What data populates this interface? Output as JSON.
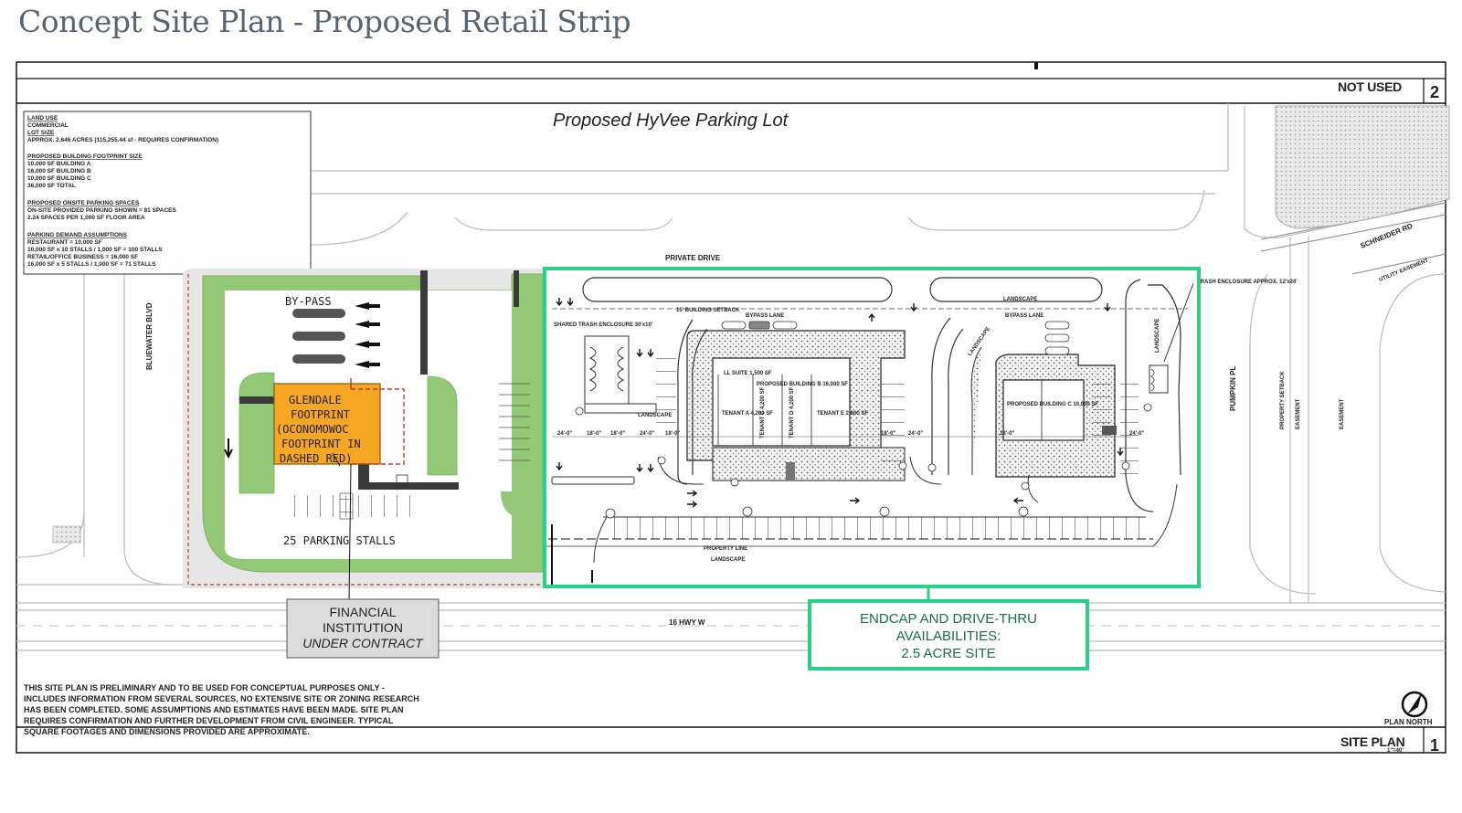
{
  "page": {
    "title": "Concept Site Plan - Proposed Retail Strip"
  },
  "plan": {
    "lot_label": "Proposed HyVee Parking Lot",
    "title_block": {
      "not_used_label": "NOT USED",
      "not_used_number": "2",
      "site_plan_label": "SITE PLAN",
      "site_plan_number": "1",
      "north_label": "PLAN NORTH",
      "scale": "1\"=40'"
    },
    "roads": {
      "bluewater": "BLUEWATER BLVD",
      "hwy": "16 HWY W",
      "private_drive": "PRIVATE DRIVE",
      "schneider": "SCHNEIDER RD",
      "easement_util": "UTILITY EASEMENT",
      "pumpkin": "PUMPKIN PL",
      "setback": "PROPERTY SETBACK",
      "easement_1": "EASEMENT",
      "easement_2": "EASEMENT"
    },
    "bank": {
      "bypass": "BY-PASS",
      "footprint": [
        "GLENDALE",
        "FOOTPRINT",
        "(OCONOMOWOC",
        "FOOTPRINT IN",
        "DASHED RED)"
      ],
      "stalls": "25 PARKING STALLS"
    },
    "retail": {
      "landscape_top": "LANDSCAPE",
      "landscape_bottom": "LANDSCAPE",
      "landscape_left": "LANDSCAPE",
      "landscape_mid": "LANDSCAPE",
      "landscape_right": "LANDSCAPE",
      "bypass_lane_1": "BYPASS LANE",
      "bypass_lane_2": "BYPASS LANE",
      "building_setback": "15' BUILDING SETBACK",
      "trash_left": "SHARED TRASH ENCLOSURE 30'x10'",
      "trash_right": "TRASH ENCLOSURE APPROX. 12'x24'",
      "property_line": "PROPERTY LINE",
      "building_b": "PROPOSED BUILDING B 16,000 SF",
      "building_c": "PROPOSED BUILDING C 10,000 SF",
      "tenant_1": "LL SUITE 1,500 SF",
      "tenants": [
        "TENANT A 4,200 SF",
        "TENANT C 4,200 SF",
        "TENANT D 4,200 SF",
        "TENANT E 2,800 SF"
      ],
      "dims": [
        "24'-0\"",
        "18'-0\"",
        "18'-0\"",
        "24'-0\"",
        "18'-0\"",
        "18'-0\"",
        "24'-0\"",
        "18'-0\"",
        "24'-0\""
      ]
    },
    "legend": {
      "land_use_h": "LAND USE",
      "land_use": "COMMERCIAL",
      "lot_size_h": "LOT SIZE",
      "lot_size": "APPROX. 2.646 ACRES (115,255.44 sf - REQUIRES CONFIRMATION)",
      "footprint_h": "PROPOSED BUILDING FOOTPRINT SIZE",
      "footprint": [
        "10,000 SF BUILDING A",
        "16,000 SF BUILDING B",
        "10,000 SF BUILDING C",
        "36,000 SF TOTAL"
      ],
      "parking_h": "PROPOSED ONSITE PARKING SPACES",
      "parking": [
        "ON-SITE PROVIDED PARKING SHOWN = 81 SPACES",
        "2.24 SPACES PER 1,000 SF FLOOR AREA"
      ],
      "demand_h": "PARKING DEMAND ASSUMPTIONS",
      "demand": [
        "RESTAURANT = 10,000 SF",
        "10,000 SF x 10 STALLS / 1,000 SF = 100 STALLS",
        "RETAIL/OFFICE BUSINESS = 16,000 SF",
        "16,000 SF x 5 STALLS / 1,000 SF = 71 STALLS"
      ]
    },
    "callouts": {
      "financial": [
        "FINANCIAL",
        "INSTITUTION",
        "UNDER CONTRACT"
      ],
      "endcap": [
        "ENDCAP AND DRIVE-THRU",
        "AVAILABILITIES:",
        "2.5 ACRE SITE"
      ]
    },
    "note": [
      "THIS SITE PLAN IS PRELIMINARY AND TO BE USED FOR CONCEPTUAL PURPOSES ONLY -",
      "INCLUDES INFORMATION FROM SEVERAL SOURCES, NO EXTENSIVE SITE OR ZONING RESEARCH",
      "HAS BEEN COMPLETED.  SOME ASSUMPTIONS AND ESTIMATES HAVE BEEN MADE. SITE PLAN",
      "REQUIRES CONFIRMATION AND FURTHER DEVELOPMENT FROM CIVIL ENGINEER. TYPICAL",
      "SQUARE FOOTAGES AND DIMENSIONS PROVIDED ARE APPROXIMATE."
    ]
  },
  "colors": {
    "highlight": "#2fcf8a",
    "grass": "#92c876",
    "building": "#f5a623",
    "dashed_red": "#c0392b",
    "callout_gray": "#dcdcdc"
  }
}
